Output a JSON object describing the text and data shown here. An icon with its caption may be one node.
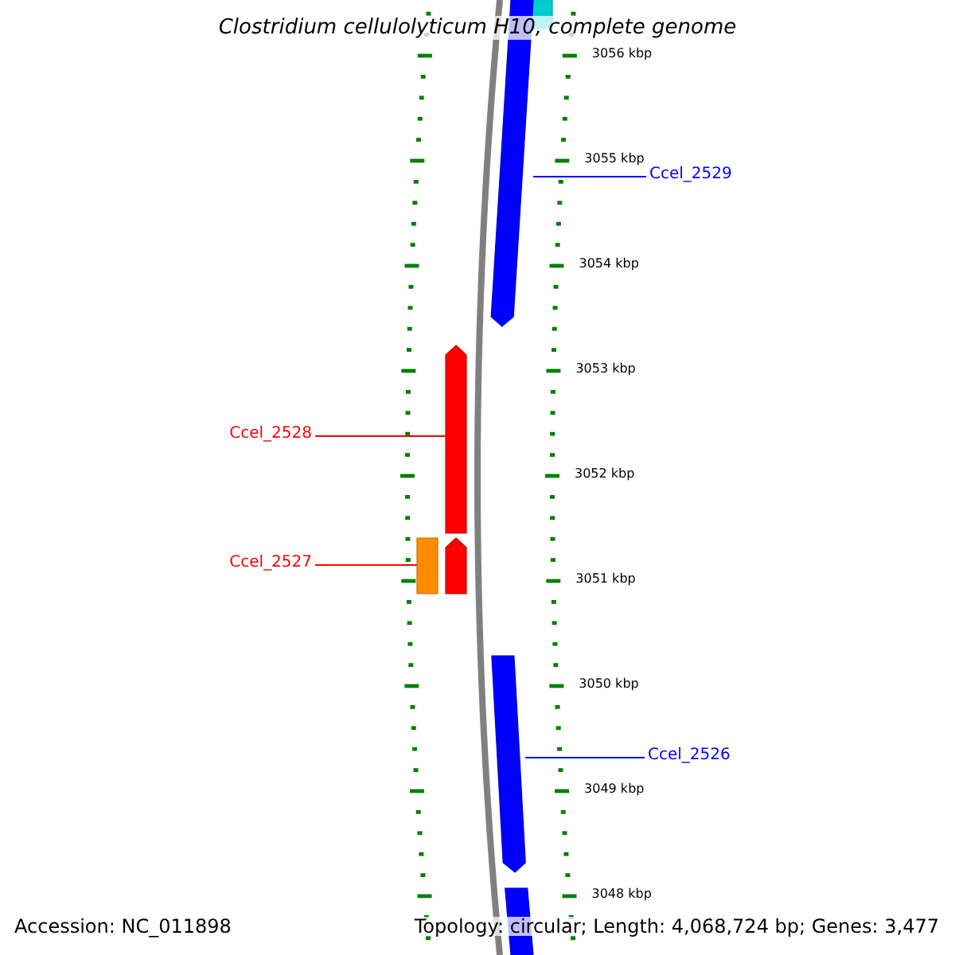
{
  "diagram": {
    "title": "Clostridium cellulolyticum H10, complete genome",
    "nodes": [
      {
        "text": [],
        "shape": "bar"
      },
      {
        "text": [],
        "shape": "arrow"
      },
      {
        "text": [],
        "shape": "arrow"
      },
      {
        "text": [],
        "shape": "bar"
      },
      {
        "text": [],
        "shape": "arrow"
      },
      {
        "text": [],
        "shape": "arrow"
      },
      {
        "text": [],
        "shape": "bar"
      },
      {
        "text": [
          "Ccel_2529"
        ]
      },
      {
        "text": [
          "Ccel_2528"
        ]
      },
      {
        "text": [
          "Ccel_2527"
        ]
      },
      {
        "text": [
          "Ccel_2526"
        ]
      }
    ],
    "edges": [
      {
        "from": 7,
        "to": 1,
        "arrow": "none",
        "color": "#0000ff"
      },
      {
        "from": 8,
        "to": 2,
        "arrow": "none",
        "color": "#ff0000"
      },
      {
        "from": 9,
        "to": 3,
        "arrow": "none",
        "color": "#ff0000"
      },
      {
        "from": 10,
        "to": 5,
        "arrow": "none",
        "color": "#0000ff"
      }
    ],
    "labels": [
      "3056 kbp",
      "3055 kbp",
      "3054 kbp",
      "3053 kbp",
      "3052 kbp",
      "3051 kbp",
      "3050 kbp",
      "3049 kbp",
      "3048 kbp",
      "Accession: NC_011898",
      "Topology: circular; Length: 4,068,724 bp; Genes: 3,477"
    ]
  }
}
